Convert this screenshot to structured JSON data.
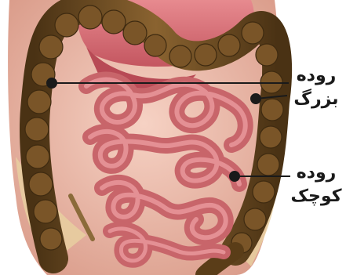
{
  "labels": {
    "large_intestine": {
      "line1": "روده",
      "line2": "بزرگ"
    },
    "small_intestine": {
      "line1": "روده",
      "line2": "کوچک"
    }
  },
  "colors": {
    "background": "#ffffff",
    "large_intestine": "#6b4a22",
    "small_intestine": "#c8656a",
    "skin": "#e9b8a4",
    "pointer_line": "#1a1a1a"
  }
}
